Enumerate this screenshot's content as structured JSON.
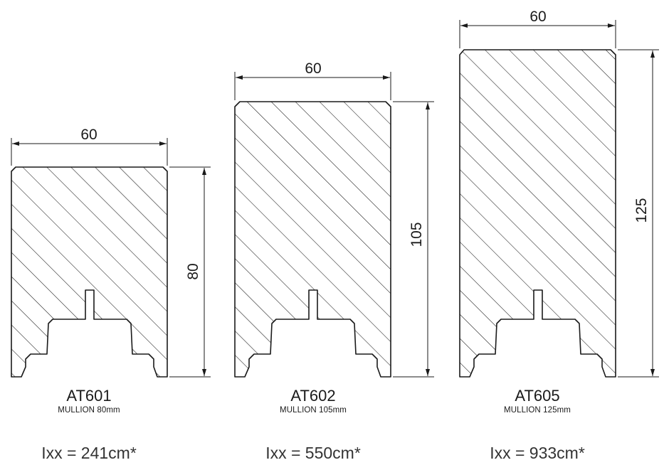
{
  "profiles": [
    {
      "code": "AT601",
      "description": "MULLION 80mm",
      "width_label": "60",
      "height_label": "80",
      "ixx": "Ixx = 241cm*"
    },
    {
      "code": "AT602",
      "description": "MULLION 105mm",
      "width_label": "60",
      "height_label": "105",
      "ixx": "Ixx = 550cm*"
    },
    {
      "code": "AT605",
      "description": "MULLION 125mm",
      "width_label": "60",
      "height_label": "125",
      "ixx": "Ixx = 933cm*"
    }
  ]
}
